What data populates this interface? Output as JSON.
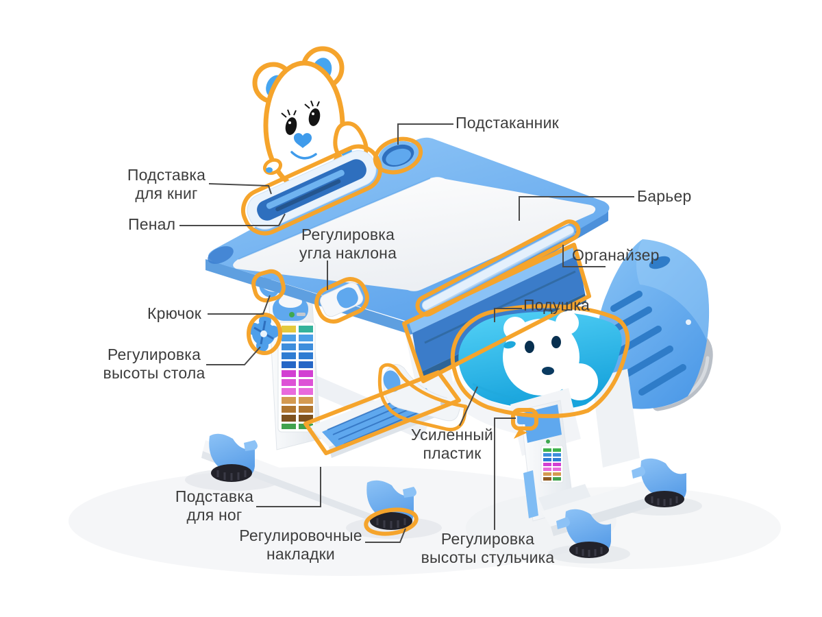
{
  "palette": {
    "accent_orange": "#F5A42C",
    "leader_line": "#4A4A4A",
    "label_text": "#3D3D3D",
    "desk_blue": "#6FB3F0",
    "deep_blue": "#2E6FBE",
    "cushion_cyan": "#2BBDEF",
    "foot_pad_dark": "#22222A",
    "handle_gray": "#B9BFC7",
    "background": "#FFFFFF"
  },
  "labels": [
    {
      "id": "cup-holder",
      "text": "Подстаканник"
    },
    {
      "id": "book-stand",
      "text": "Подставка\nдля книг"
    },
    {
      "id": "pencil-case",
      "text": "Пенал"
    },
    {
      "id": "tilt-adjustment",
      "text": "Регулировка\nугла наклона"
    },
    {
      "id": "barrier",
      "text": "Барьер"
    },
    {
      "id": "organizer",
      "text": "Органайзер"
    },
    {
      "id": "hook",
      "text": "Крючок"
    },
    {
      "id": "cushion",
      "text": "Подушка"
    },
    {
      "id": "desk-height",
      "text": "Регулировка\nвысоты стола"
    },
    {
      "id": "reinforced-plastic",
      "text": "Усиленный\nпластик"
    },
    {
      "id": "footrest",
      "text": "Подставка\nдля ног"
    },
    {
      "id": "adjustable-pads",
      "text": "Регулировочные\nнакладки"
    },
    {
      "id": "chair-height",
      "text": "Регулировка\nвысоты стульчика"
    }
  ]
}
